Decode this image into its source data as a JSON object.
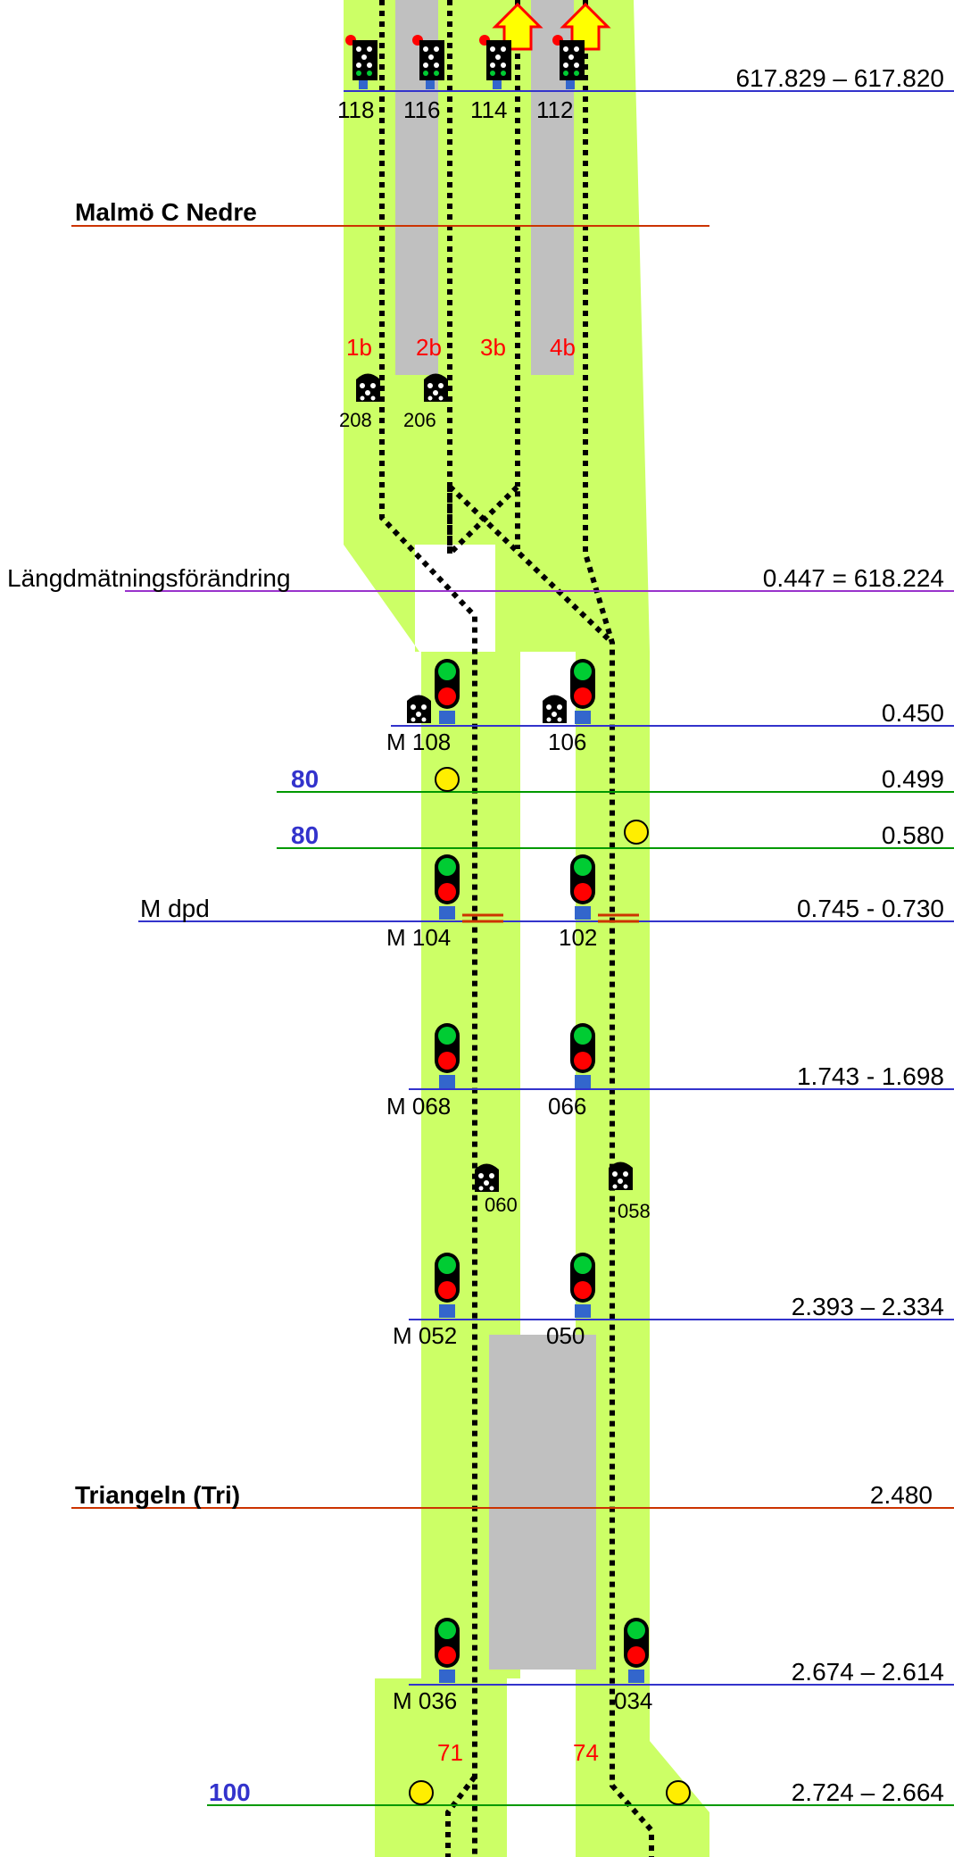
{
  "colors": {
    "green_area": "#ccff66",
    "platform": "#c0c0c0",
    "track": "#000000",
    "line_blue": "#3333cc",
    "line_red": "#cc3300",
    "line_green": "#009900",
    "line_purple": "#9933cc",
    "red_text": "#ff0000",
    "speed_text": "#3333cc",
    "signal_green": "#00cc33",
    "signal_red": "#ff0000",
    "signal_base": "#3366cc",
    "arrow_fill": "#ffff00",
    "arrow_stroke": "#ff0000",
    "balise": "#ffee00",
    "brake_bar": "#cc3300"
  },
  "stations": {
    "malmo_nedre": "Malmö C Nedre",
    "triangeln": "Triangeln  (Tri)",
    "triangeln_km": "2.480"
  },
  "chainage_change": {
    "label": "Längdmätningsförändring",
    "value": "0.447 = 618.224"
  },
  "km_lines": {
    "top": "617.829 – 617.820",
    "l0450": "0.450",
    "l0499": "0.499",
    "l0580": "0.580",
    "mdpd": "0.745 - 0.730",
    "l1743": "1.743 - 1.698",
    "l2393": "2.393 – 2.334",
    "l2674": "2.674 – 2.614",
    "l2724": "2.724 – 2.664"
  },
  "mdpd_label": "M dpd",
  "speeds": {
    "s1": "80",
    "s2": "80",
    "s3": "100"
  },
  "tracks": {
    "t1b": "1b",
    "t2b": "2b",
    "t3b": "3b",
    "t4b": "4b",
    "t71": "71",
    "t74": "74"
  },
  "signals": {
    "s118": "118",
    "s116": "116",
    "s114": "114",
    "s112": "112",
    "s208": "208",
    "s206": "206",
    "m108": "M 108",
    "s106": "106",
    "m104": "M 104",
    "s102": "102",
    "m068": "M 068",
    "s066": "066",
    "s060": "060",
    "s058": "058",
    "m052": "M 052",
    "s050": "050",
    "m036": "M 036",
    "s034": "034"
  }
}
